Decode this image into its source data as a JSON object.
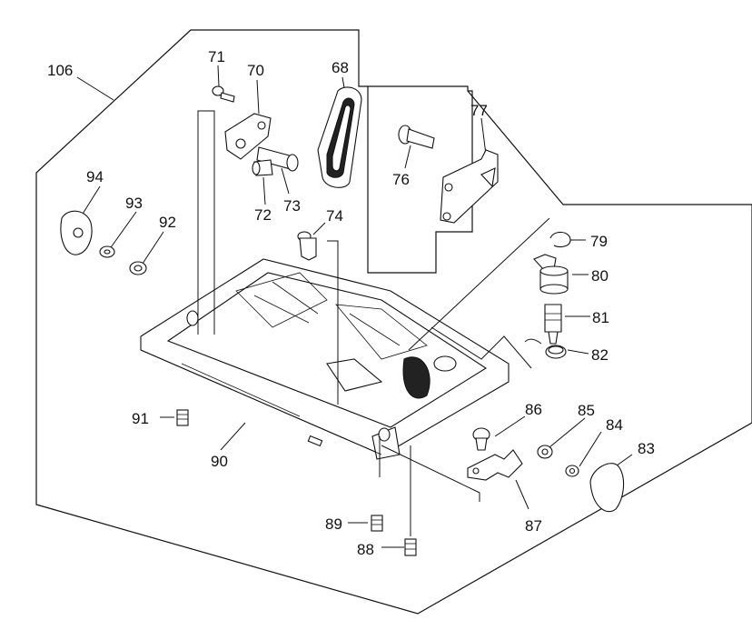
{
  "diagram": {
    "type": "exploded-parts-view",
    "callouts": [
      "106",
      "71",
      "70",
      "68",
      "77",
      "76",
      "94",
      "93",
      "92",
      "73",
      "72",
      "74",
      "79",
      "80",
      "81",
      "82",
      "91",
      "90",
      "86",
      "85",
      "84",
      "83",
      "87",
      "89",
      "88"
    ]
  }
}
